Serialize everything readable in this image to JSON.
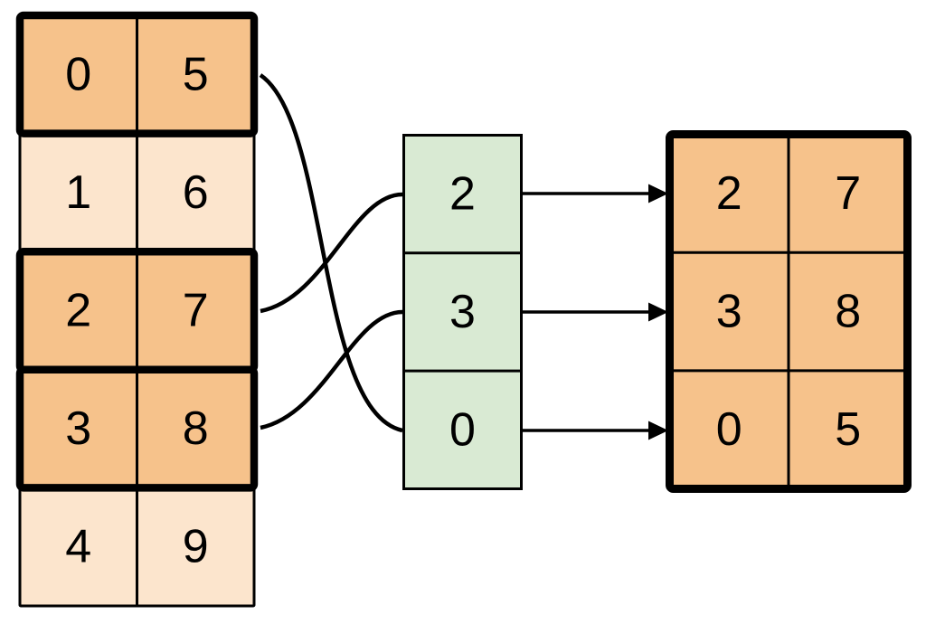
{
  "source_table": {
    "rows": [
      {
        "cells": [
          "0",
          "5"
        ],
        "highlighted": true
      },
      {
        "cells": [
          "1",
          "6"
        ],
        "highlighted": false
      },
      {
        "cells": [
          "2",
          "7"
        ],
        "highlighted": true
      },
      {
        "cells": [
          "3",
          "8"
        ],
        "highlighted": true
      },
      {
        "cells": [
          "4",
          "9"
        ],
        "highlighted": false
      }
    ]
  },
  "index_column": {
    "values": [
      "2",
      "3",
      "0"
    ]
  },
  "result_table": {
    "rows": [
      [
        "2",
        "7"
      ],
      [
        "3",
        "8"
      ],
      [
        "0",
        "5"
      ]
    ]
  },
  "colors": {
    "highlight_fill": "#F6C28B",
    "plain_fill": "#FCE5CD",
    "index_fill": "#D9EAD3",
    "line": "#000000",
    "background": "#FFFFFF"
  }
}
